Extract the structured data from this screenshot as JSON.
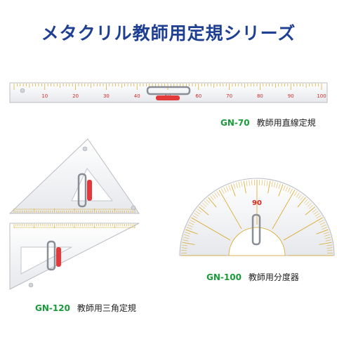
{
  "title": "メタクリル教師用定規シリーズ",
  "products": [
    {
      "code": "GN-70",
      "name": "教師用直線定規"
    },
    {
      "code": "GN-120",
      "name": "教師用三角定規"
    },
    {
      "code": "GN-100",
      "name": "教師用分度器"
    }
  ],
  "ruler_numbers": [
    "10",
    "20",
    "30",
    "40",
    "50",
    "60",
    "70",
    "80",
    "90",
    "100"
  ],
  "protractor_center_label": "90",
  "colors": {
    "title": "#1f3f93",
    "code": "#1a9a3a",
    "tick": "#d9a520",
    "number": "#d22b2b",
    "acrylic": "#f2f3f5"
  }
}
